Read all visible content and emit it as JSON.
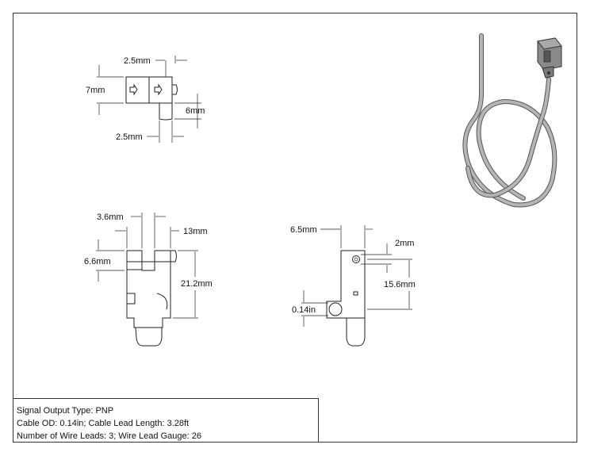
{
  "views": {
    "top": {
      "dims": {
        "width_top": "2.5mm",
        "height_left": "7mm",
        "height_right": "6mm",
        "width_bottom": "2.5mm"
      }
    },
    "front": {
      "dims": {
        "slot": "3.6mm",
        "width_right": "13mm",
        "height_left": "6.6mm",
        "height_right": "21.2mm"
      }
    },
    "side": {
      "dims": {
        "width_top": "6.5mm",
        "hole_right": "2mm",
        "height_right": "15.6mm",
        "cable_od": "0.14in"
      }
    }
  },
  "specs": {
    "line1": "Signal Output Type: PNP",
    "line2": "Cable OD: 0.14in; Cable Lead Length: 3.28ft",
    "line3": "Number of Wire Leads: 3; Wire Lead Gauge: 26"
  },
  "colors": {
    "line": "#222222",
    "cable": "#9a9a9a",
    "sensor": "#7d7d7d"
  }
}
